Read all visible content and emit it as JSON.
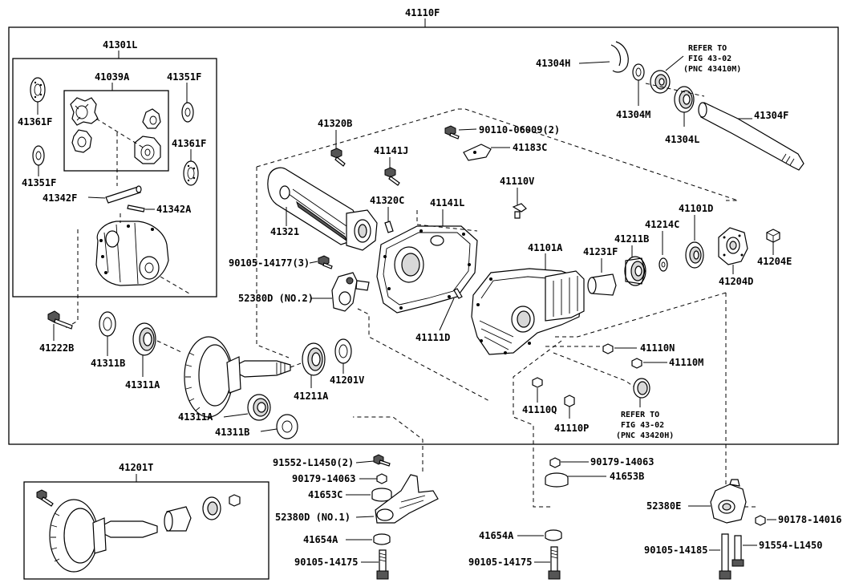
{
  "labels": {
    "top_assembly": "41110F",
    "l_41301L": "41301L",
    "l_41039A": "41039A",
    "l_41351F_a": "41351F",
    "l_41361F_a": "41361F",
    "l_41361F_b": "41361F",
    "l_41351F_b": "41351F",
    "l_41342F": "41342F",
    "l_41342A": "41342A",
    "l_41222B": "41222B",
    "l_41311B_a": "41311B",
    "l_41311A_a": "41311A",
    "l_41311A_b": "41311A",
    "l_41311B_b": "41311B",
    "l_41211A": "41211A",
    "l_41201V": "41201V",
    "l_41320B": "41320B",
    "l_41141J": "41141J",
    "l_41320C": "41320C",
    "l_41141L": "41141L",
    "l_41321": "41321",
    "l_90105_14177": "90105-14177(3)",
    "l_52380D_2": "52380D (NO.2)",
    "l_41111D": "41111D",
    "l_90110_06009": "90110-06009(2)",
    "l_41183C": "41183C",
    "l_41110V": "41110V",
    "l_41101A": "41101A",
    "l_41231F": "41231F",
    "l_41211B": "41211B",
    "l_41214C": "41214C",
    "l_41101D": "41101D",
    "l_41204E": "41204E",
    "l_41204D": "41204D",
    "l_41304H": "41304H",
    "l_41304M": "41304M",
    "l_41304L": "41304L",
    "l_41304F": "41304F",
    "refer_top_1": "REFER TO",
    "refer_top_2": "FIG 43-02",
    "refer_top_3": "(PNC 43410M)",
    "l_41110N": "41110N",
    "l_41110M": "41110M",
    "l_41110Q": "41110Q",
    "l_41110P": "41110P",
    "refer_bot_1": "REFER TO",
    "refer_bot_2": "FIG 43-02",
    "refer_bot_3": "(PNC 43420H)",
    "l_41201T": "41201T",
    "l_91552_L1450": "91552-L1450(2)",
    "l_90179_14063_a": "90179-14063",
    "l_41653C": "41653C",
    "l_52380D_1": "52380D (NO.1)",
    "l_41654A_a": "41654A",
    "l_90105_14175_a": "90105-14175",
    "l_90179_14063_b": "90179-14063",
    "l_41653B": "41653B",
    "l_41654A_b": "41654A",
    "l_90105_14175_b": "90105-14175",
    "l_52380E": "52380E",
    "l_90178_14016": "90178-14016",
    "l_90105_14185": "90105-14185",
    "l_91554_L1450": "91554-L1450"
  }
}
